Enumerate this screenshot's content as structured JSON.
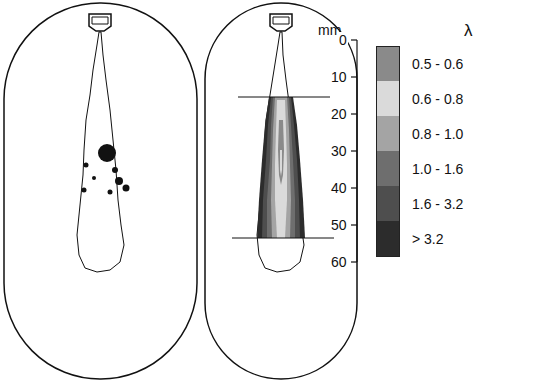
{
  "diagram": {
    "labels": [
      "mm",
      "0",
      "10",
      "20",
      "30",
      "40",
      "50",
      "60",
      "λ"
    ],
    "legend": [
      {
        "text": "0.5 - 0.6",
        "color": "#8a8a8a"
      },
      {
        "text": "0.6 - 0.8",
        "color": "#dadada"
      },
      {
        "text": "0.8 - 1.0",
        "color": "#a4a4a4"
      },
      {
        "text": "1.0 - 1.6",
        "color": "#6e6e6e"
      },
      {
        "text": "1.6 - 3.2",
        "color": "#4e4e4e"
      },
      {
        "text": "> 3.2",
        "color": "#2c2c2c"
      }
    ]
  }
}
